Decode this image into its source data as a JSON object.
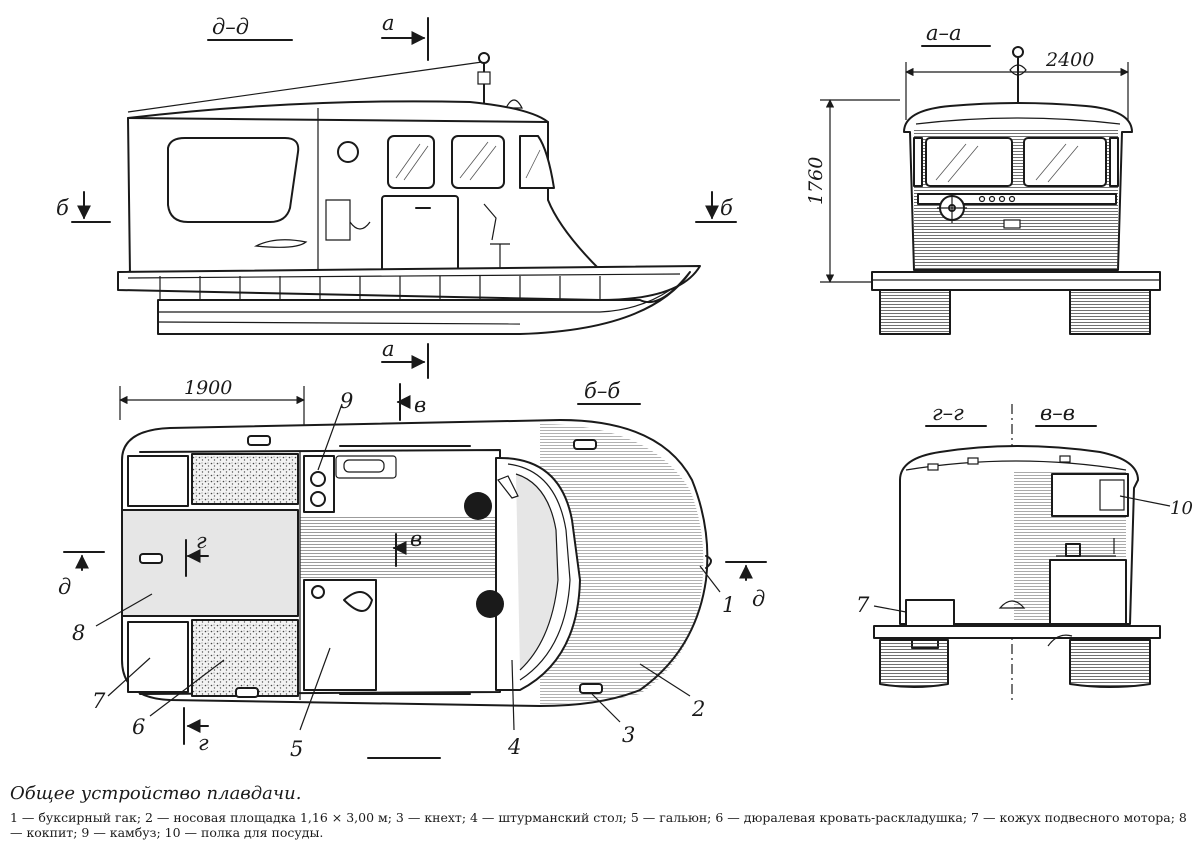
{
  "caption": {
    "title": "Общее устройство плавдачи.",
    "legend": "1 — буксирный гак; 2 — носовая площадка 1,16 × 3,00 м; 3 — кнехт; 4 — штурманский стол; 5 — гальюн; 6 — дюралевая кровать-раскладушка; 7 — кожух подвесного мотора; 8 — кокпит; 9 — камбуз; 10 — полка для посуды."
  },
  "sections": {
    "side": "д–д",
    "front": "а–а",
    "plan": "б–б",
    "end_g": "г–г",
    "end_v": "в–в"
  },
  "cut_marks": {
    "a": "а",
    "b": "б",
    "v": "в",
    "g": "г",
    "d": "д"
  },
  "dimensions": {
    "width": "2400",
    "height": "1760",
    "cockpit_length": "1900"
  },
  "callouts": [
    "1",
    "2",
    "3",
    "4",
    "5",
    "6",
    "7",
    "8",
    "9",
    "10"
  ]
}
